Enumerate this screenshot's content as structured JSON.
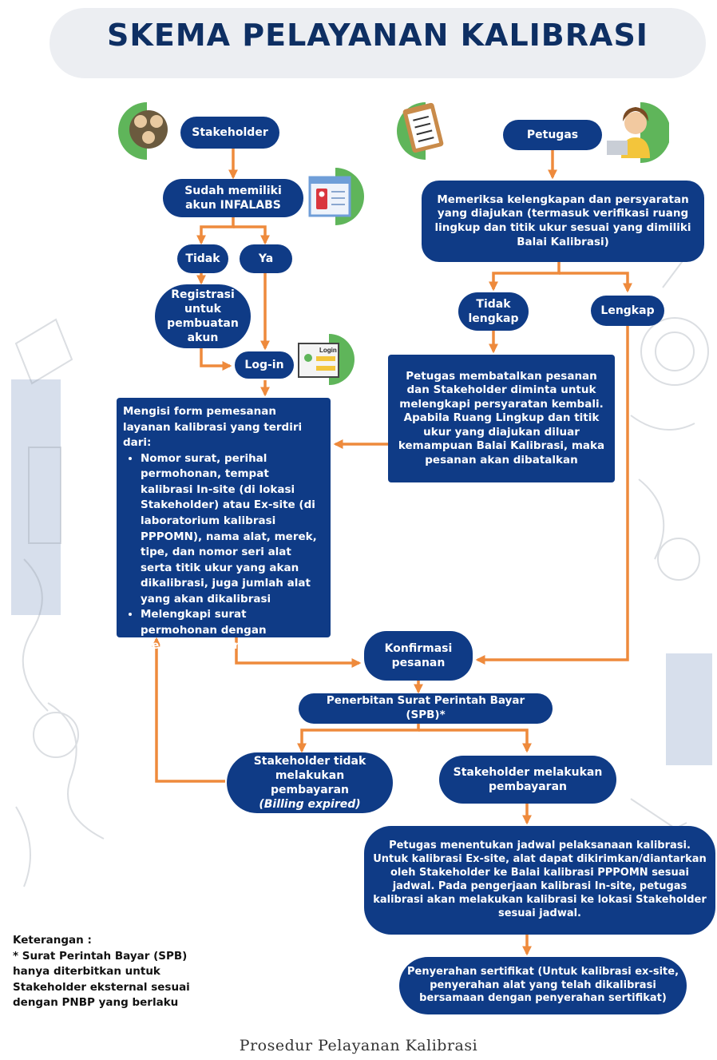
{
  "title": "SKEMA PELAYANAN KALIBRASI",
  "nodes": {
    "stakeholder": "Stakeholder",
    "sudah_akun": "Sudah memiliki akun INFALABS",
    "tidak": "Tidak",
    "ya": "Ya",
    "registrasi": "Registrasi untuk pembuatan akun",
    "login": "Log-in",
    "form_intro": "Mengisi form pemesanan layanan kalibrasi yang terdiri dari:",
    "form_items": [
      "Nomor surat, perihal permohonan, tempat kalibrasi In-site (di lokasi Stakeholder) atau Ex-site (di laboratorium kalibrasi PPPOMN), nama alat, merek, tipe, dan nomor seri alat serta titik ukur yang akan dikalibrasi, juga jumlah alat yang akan dikalibrasi",
      "Melengkapi surat permohonan dengan mengupload surat"
    ],
    "petugas": "Petugas",
    "memeriksa": "Memeriksa kelengkapan dan persyaratan yang diajukan (termasuk verifikasi ruang lingkup dan titik ukur sesuai yang dimiliki Balai Kalibrasi)",
    "tidak_lengkap": "Tidak lengkap",
    "lengkap": "Lengkap",
    "membatalkan": "Petugas membatalkan pesanan dan Stakeholder diminta untuk melengkapi persyaratan kembali. Apabila Ruang Lingkup dan titik ukur yang diajukan diluar kemampuan Balai Kalibrasi, maka pesanan akan dibatalkan",
    "konfirmasi": "Konfirmasi pesanan",
    "spb": "Penerbitan Surat Perintah Bayar (SPB)*",
    "tidak_bayar": "Stakeholder tidak melakukan pembayaran",
    "billing_expired": "(Billing expired)",
    "bayar": "Stakeholder melakukan pembayaran",
    "jadwal": "Petugas menentukan jadwal pelaksanaan kalibrasi. Untuk kalibrasi Ex-site, alat dapat dikirimkan/diantarkan oleh Stakeholder ke Balai kalibrasi PPPOMN sesuai jadwal. Pada pengerjaan kalibrasi In-site, petugas kalibrasi akan melakukan kalibrasi ke lokasi Stakeholder sesuai jadwal.",
    "sertifikat": "Penyerahan sertifikat (Untuk kalibrasi ex-site, penyerahan alat yang telah dikalibrasi bersamaan dengan penyerahan sertifikat)"
  },
  "note": {
    "heading": "Keterangan :",
    "text": "* Surat Perintah Bayar (SPB) hanya diterbitkan untuk Stakeholder eksternal sesuai dengan PNBP yang berlaku"
  },
  "icons": {
    "login_label": "Login"
  },
  "caption": "Prosedur Pelayanan Kalibrasi",
  "colors": {
    "box": "#0f3b86",
    "arrow": "#ee8a3c",
    "icon_green": "#5fb55a",
    "title": "#0e2f63"
  }
}
